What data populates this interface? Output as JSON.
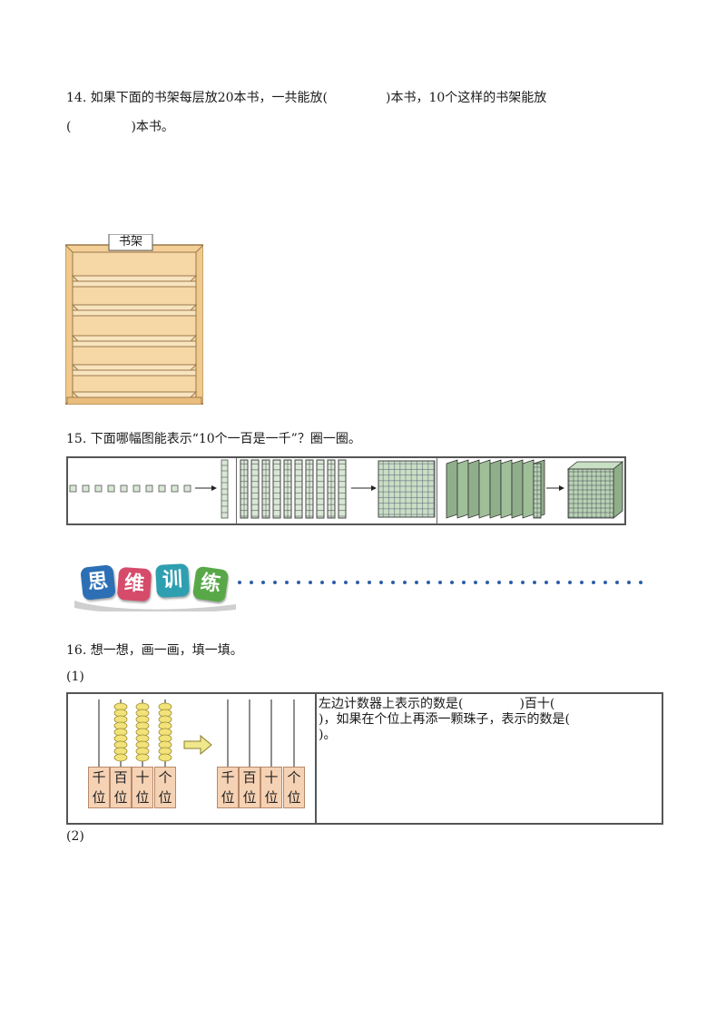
{
  "q14": {
    "line1": "14. 如果下面的书架每层放20本书，一共能放(",
    "mid": ")本书，10个这样的书架能放",
    "line2_open": "(",
    "line2_close": ")本书。",
    "shelf_label": "书架"
  },
  "q15": {
    "text": "15. 下面哪幅图能表示“10个一百是一千”？圈一圈。"
  },
  "banner": {
    "tiles": [
      "思",
      "维",
      "训",
      "练"
    ],
    "colors": [
      "#2c6fb5",
      "#d64a6a",
      "#2e9fb0",
      "#58a848"
    ]
  },
  "q16": {
    "text": "16. 想一想，画一画，填一填。",
    "sub1": "(1)",
    "sub2": "(2)",
    "places": [
      "千\n位",
      "百\n位",
      "十\n位",
      "个\n位"
    ],
    "answer_line1_a": "左边计数器上表示的数是(",
    "answer_line1_b": ")百十(",
    "answer_line2": ")，如果在个位上再添一颗珠子，表示的数是(",
    "answer_line3": ")。"
  }
}
